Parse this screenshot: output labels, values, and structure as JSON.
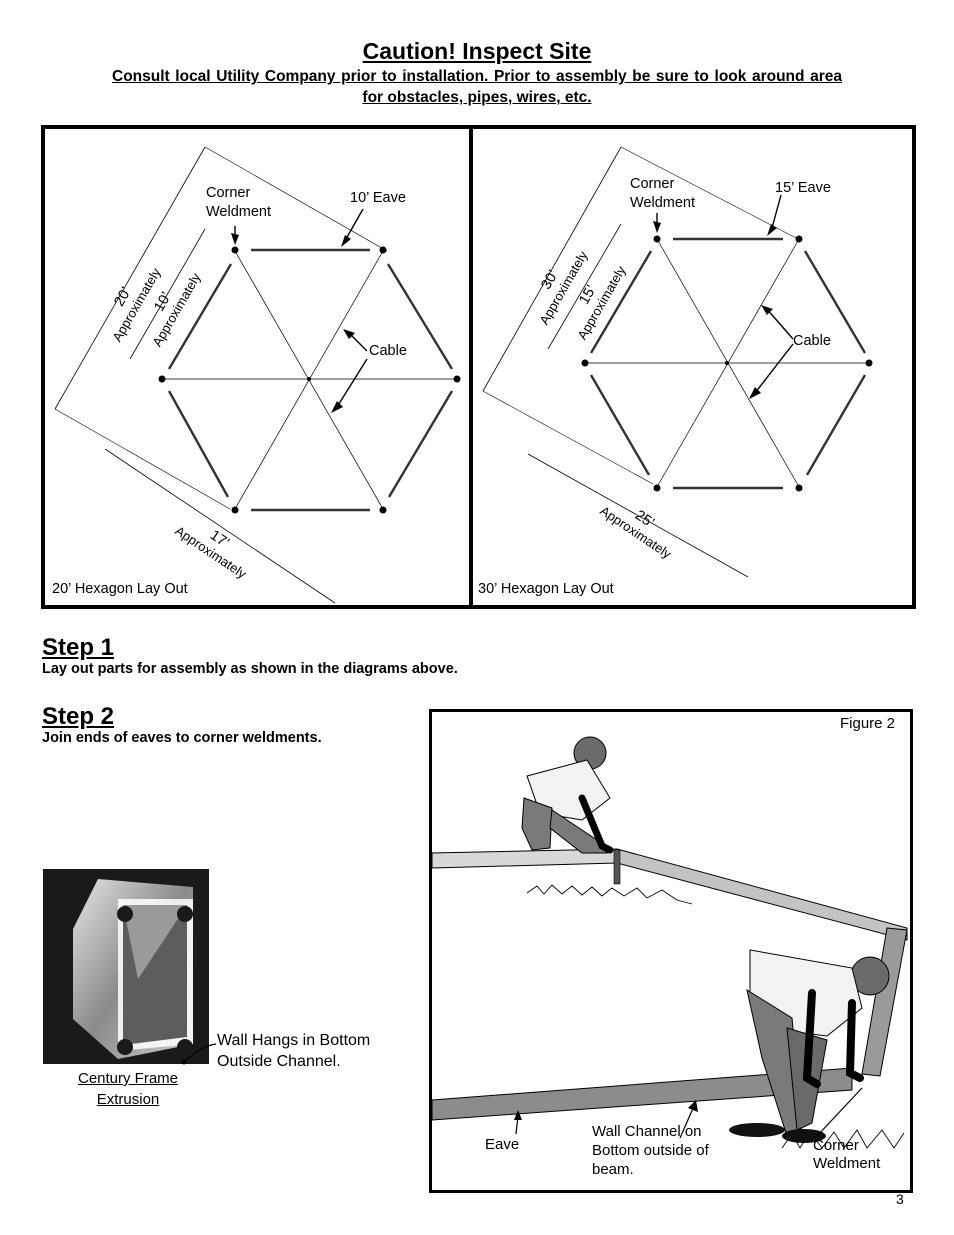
{
  "header": {
    "title": "Caution!  Inspect Site",
    "subtitle": "Consult local Utility Company prior to installation.  Prior to assembly be sure to look around area for obstacles, pipes, wires, etc."
  },
  "diagram_20": {
    "caption": "20’ Hexagon Lay Out",
    "corner_label_1": "Corner",
    "corner_label_2": "Weldment",
    "eave_label": "10’ Eave",
    "cable_label": "Cable",
    "dim_outer_value": "20’",
    "dim_outer_word": "Approximately",
    "dim_inner_value": "10’",
    "dim_inner_word": "Approximately",
    "dim_bottom_value": "17’",
    "dim_bottom_word": "Approximately"
  },
  "diagram_30": {
    "caption": "30’ Hexagon Lay Out",
    "corner_label_1": "Corner",
    "corner_label_2": "Weldment",
    "eave_label": "15’ Eave",
    "cable_label": "Cable",
    "dim_outer_value": "30’",
    "dim_outer_word": "Approximately",
    "dim_inner_value": "15’",
    "dim_inner_word": "Approximately",
    "dim_bottom_value": "25’",
    "dim_bottom_word": "Approximately"
  },
  "step1": {
    "heading": "Step 1",
    "text": "Lay out parts for assembly as shown in the diagrams above."
  },
  "step2": {
    "heading": "Step 2",
    "text": "Join ends of eaves to corner weldments."
  },
  "extrusion": {
    "caption_line1": "Century Frame",
    "caption_line2": "Extrusion",
    "note_line1": "Wall Hangs in Bottom",
    "note_line2": "Outside Channel."
  },
  "figure2": {
    "label": "Figure 2",
    "eave_label": "Eave",
    "channel_line1": "Wall Channel on",
    "channel_line2": "Bottom outside of",
    "channel_line3": "beam.",
    "corner_line1": "Corner",
    "corner_line2": "Weldment"
  },
  "page_number": "3"
}
